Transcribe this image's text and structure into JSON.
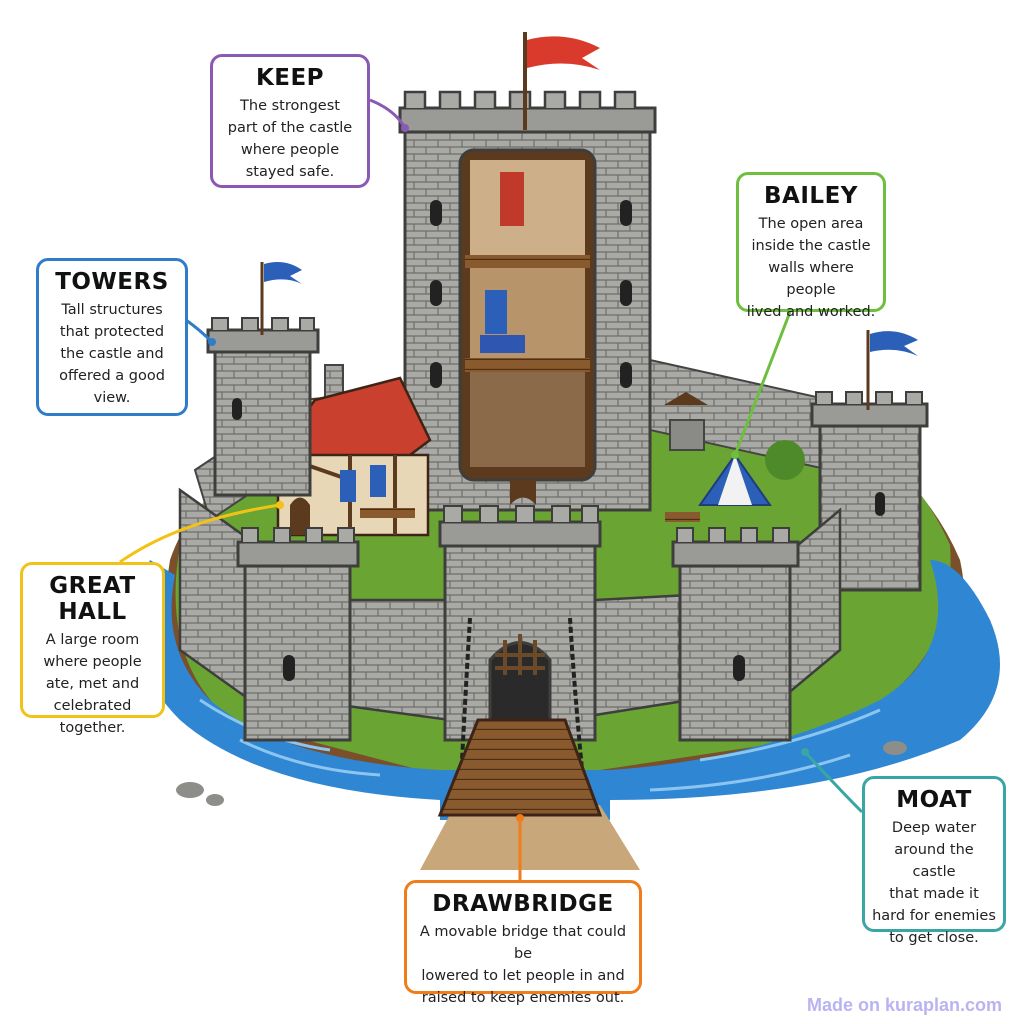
{
  "colors": {
    "keep": "#8a59b5",
    "towers": "#2f7dc8",
    "bailey": "#6fbf3f",
    "great_hall": "#f2c316",
    "drawbridge": "#f07d1c",
    "moat": "#3aa6a4",
    "water": "#2f86d2",
    "stone": "#a9a9a6",
    "grass": "#6aa533",
    "roof": "#c9402e",
    "flag_red": "#d93a2b",
    "flag_blue": "#2c5fb8",
    "wood": "#8a5a2f"
  },
  "labels": {
    "keep": {
      "title": "KEEP",
      "line1": "The strongest",
      "line2": "part of the castle",
      "line3": "where people",
      "line4": "stayed safe."
    },
    "towers": {
      "title": "TOWERS",
      "line1": "Tall structures",
      "line2": "that protected",
      "line3": "the castle and",
      "line4": "offered a good",
      "line5": "view."
    },
    "bailey": {
      "title": "BAILEY",
      "line1": "The open area",
      "line2": "inside the castle",
      "line3": "walls where people",
      "line4": "lived and worked."
    },
    "great_hall": {
      "title": "GREAT HALL",
      "line1": "A large room",
      "line2": "where people",
      "line3": "ate, met and",
      "line4": "celebrated",
      "line5": "together."
    },
    "drawbridge": {
      "title": "DRAWBRIDGE",
      "line1": "A movable bridge that could be",
      "line2": "lowered to let people in and",
      "line3": "raised to keep enemies out."
    },
    "moat": {
      "title": "MOAT",
      "line1": "Deep water",
      "line2": "around the castle",
      "line3": "that made it",
      "line4": "hard for enemies",
      "line5": "to get close."
    }
  },
  "watermark": "Made on kuraplan.com"
}
